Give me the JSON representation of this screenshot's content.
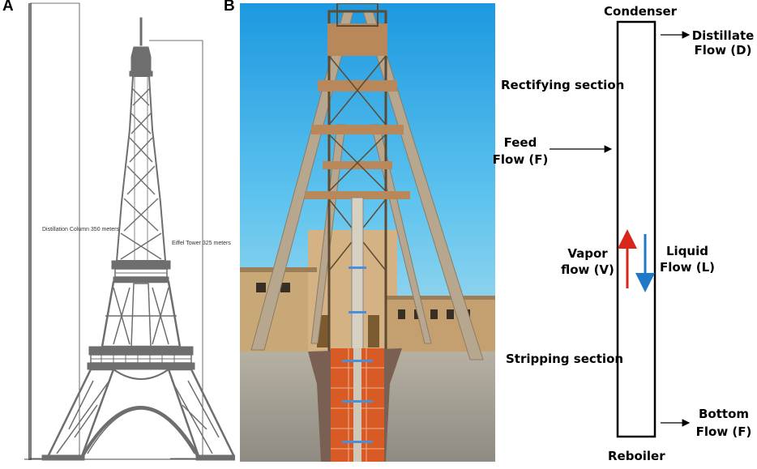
{
  "panels": {
    "a": {
      "letter": "A",
      "column_label": "Distillation Column 350 meters",
      "tower_label": "Eiffel Tower 325 meters"
    },
    "b": {
      "letter": "B"
    },
    "c": {
      "condenser": "Condenser",
      "distillate_line1": "Distillate",
      "distillate_line2": "Flow (D)",
      "rectifying": "Rectifying section",
      "feed_line1": "Feed",
      "feed_line2": "Flow (F)",
      "vapor_line1": "Vapor",
      "vapor_line2": "flow (V)",
      "liquid_line1": "Liquid",
      "liquid_line2": "Flow (L)",
      "stripping": "Stripping section",
      "bottom_line1": "Bottom",
      "bottom_line2": "Flow (F)",
      "reboiler": "Reboiler"
    }
  },
  "colors": {
    "tower_gray": "#6e6e6e",
    "sky_blue": "#29a8e6",
    "vapor_arrow": "#d9261c",
    "liquid_arrow": "#1f78c8"
  }
}
